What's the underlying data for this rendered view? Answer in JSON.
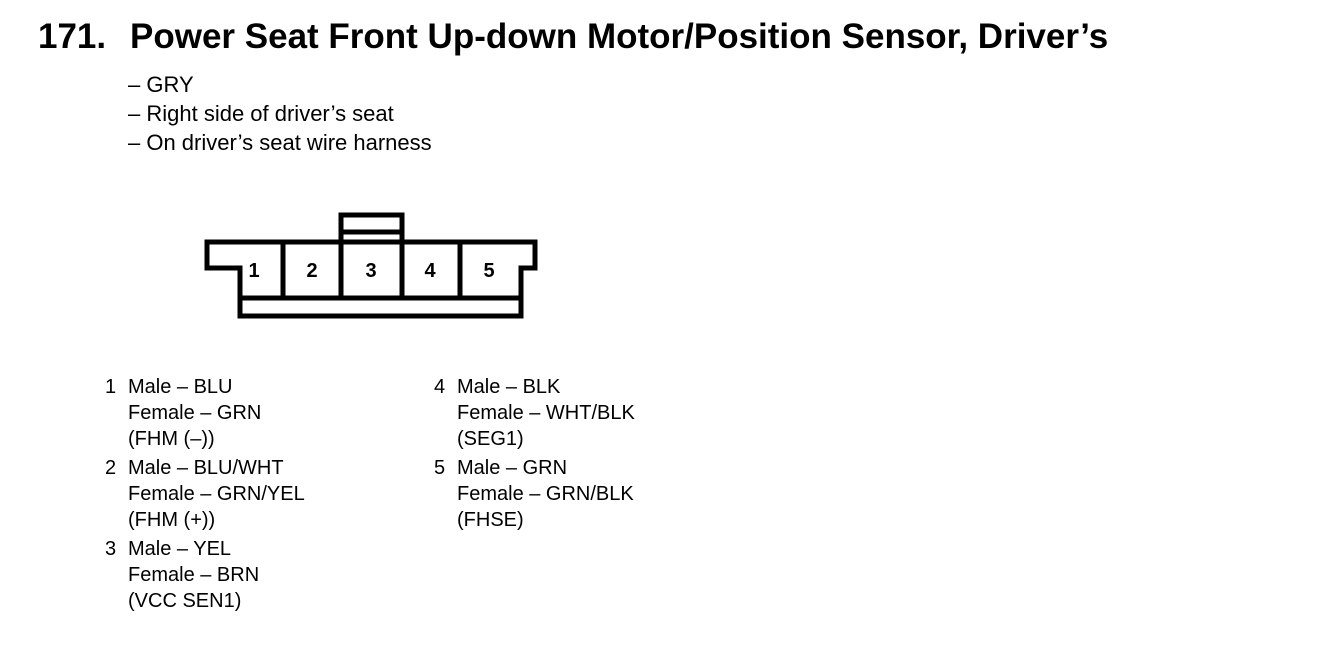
{
  "title": {
    "number": "171.",
    "text": "Power Seat Front Up-down Motor/Position Sensor, Driver’s"
  },
  "notes": [
    "– GRY",
    "– Right side of driver’s seat",
    "– On driver’s seat wire harness"
  ],
  "connector": {
    "pins": [
      "1",
      "2",
      "3",
      "4",
      "5"
    ]
  },
  "pinout": {
    "left_column": [
      {
        "pin": "1",
        "male": "Male – BLU",
        "female": "Female – GRN",
        "signal": "(FHM (–))"
      },
      {
        "pin": "2",
        "male": "Male – BLU/WHT",
        "female": "Female – GRN/YEL",
        "signal": "(FHM (+))"
      },
      {
        "pin": "3",
        "male": "Male – YEL",
        "female": "Female – BRN",
        "signal": "(VCC SEN1)"
      }
    ],
    "right_column": [
      {
        "pin": "4",
        "male": "Male – BLK",
        "female": "Female – WHT/BLK",
        "signal": "(SEG1)"
      },
      {
        "pin": "5",
        "male": "Male – GRN",
        "female": "Female – GRN/BLK",
        "signal": "(FHSE)"
      }
    ]
  }
}
